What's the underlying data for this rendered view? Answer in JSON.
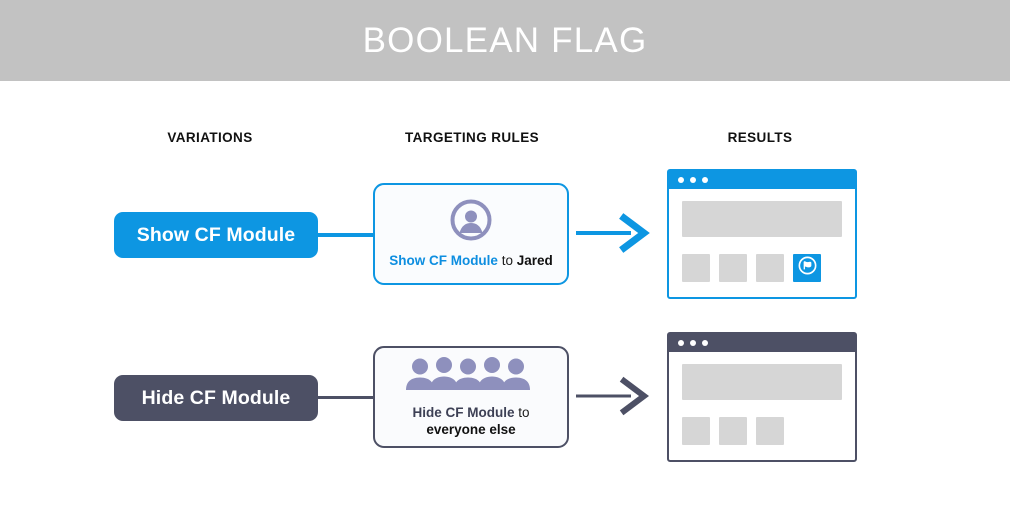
{
  "header": {
    "title": "BOOLEAN FLAG",
    "background_color": "#c2c2c2",
    "text_color": "#ffffff"
  },
  "colors": {
    "accent_blue": "#0d96e2",
    "slate": "#4d5065",
    "icon_purple": "#8e90bd",
    "placeholder_gray": "#d6d6d6"
  },
  "columns": {
    "variations": "VARIATIONS",
    "targeting_rules": "TARGETING RULES",
    "results": "RESULTS"
  },
  "rows": [
    {
      "variation": {
        "label": "Show CF Module",
        "color": "#0d96e2"
      },
      "rule": {
        "icon": "single-user-icon",
        "flag_label": "Show CF Module",
        "conjunction": "to",
        "target": "Jared"
      },
      "arrow_color": "#0d96e2",
      "result": {
        "window_color": "#0d96e2",
        "dots": 3,
        "tiles": [
          "empty",
          "empty",
          "empty",
          "flag"
        ],
        "flag_icon": "feature-flag-icon"
      }
    },
    {
      "variation": {
        "label": "Hide CF Module",
        "color": "#4d5065"
      },
      "rule": {
        "icon": "group-of-people-icon",
        "flag_label": "Hide CF Module",
        "conjunction": "to",
        "target": "everyone else"
      },
      "arrow_color": "#4d5065",
      "result": {
        "window_color": "#4d5065",
        "dots": 3,
        "tiles": [
          "empty",
          "empty",
          "empty"
        ],
        "flag_icon": null
      }
    }
  ]
}
